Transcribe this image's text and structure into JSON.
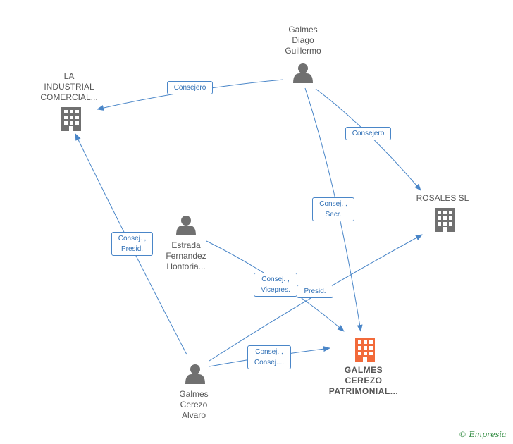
{
  "nodes": {
    "galmes_diago": {
      "label": "Galmes\nDiago\nGuillermo",
      "kind": "person"
    },
    "la_industrial": {
      "label": "LA\nINDUSTRIAL\nCOMERCIAL...",
      "kind": "company"
    },
    "rosales": {
      "label": "ROSALES  SL",
      "kind": "company"
    },
    "estrada": {
      "label": "Estrada\nFernandez\nHontoria...",
      "kind": "person"
    },
    "galmes_cerezo_patrimonial": {
      "label": "GALMES\nCEREZO\nPATRIMONIAL...",
      "kind": "company",
      "highlight": true
    },
    "galmes_cerezo_alvaro": {
      "label": "Galmes\nCerezo\nAlvaro",
      "kind": "person"
    }
  },
  "edges": [
    {
      "id": "e1",
      "label": "Consejero"
    },
    {
      "id": "e2",
      "label": "Consejero"
    },
    {
      "id": "e3",
      "label": "Consej. ,\nSecr."
    },
    {
      "id": "e4",
      "label": "Consej. ,\nPresid."
    },
    {
      "id": "e5",
      "label": "Consej. ,\nVicepres."
    },
    {
      "id": "e6",
      "label": "Presid."
    },
    {
      "id": "e7",
      "label": "Consej. ,\nConsej...."
    }
  ],
  "colors": {
    "edge": "#4a86c8",
    "icon_gray": "#707070",
    "icon_highlight": "#f26a3a"
  },
  "footer": {
    "copyright_symbol": "©",
    "brand": "Empresia"
  }
}
